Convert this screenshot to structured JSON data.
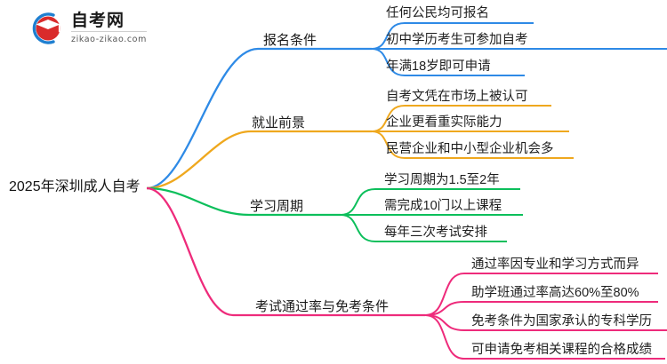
{
  "logo": {
    "name": "自考网",
    "url": "zikao-zikao.com",
    "mark_icon": "graduation-book-icon",
    "arc_color": "#1f7fd0",
    "cap_color": "#d92b2b"
  },
  "mindmap": {
    "type": "mindmap",
    "root": {
      "label": "2025年深圳成人自考"
    },
    "branches": [
      {
        "label": "报名条件",
        "color": "#2e8ae6",
        "children": [
          {
            "label": "任何公民均可报名"
          },
          {
            "label": "初中学历考生可参加自考"
          },
          {
            "label": "年满18岁即可申请"
          }
        ]
      },
      {
        "label": "就业前景",
        "color": "#efa81e",
        "children": [
          {
            "label": "自考文凭在市场上被认可"
          },
          {
            "label": "企业更看重实际能力"
          },
          {
            "label": "民营企业和中小型企业机会多"
          }
        ]
      },
      {
        "label": "学习周期",
        "color": "#0cbf5b",
        "children": [
          {
            "label": "学习周期为1.5至2年"
          },
          {
            "label": "需完成10门以上课程"
          },
          {
            "label": "每年三次考试安排"
          }
        ]
      },
      {
        "label": "考试通过率与免考条件",
        "color": "#ee2b7b",
        "children": [
          {
            "label": "通过率因专业和学习方式而异"
          },
          {
            "label": "助学班通过率高达60%至80%"
          },
          {
            "label": "免考条件为国家承认的专科学历"
          },
          {
            "label": "可申请免考相关课程的合格成绩"
          }
        ]
      }
    ]
  }
}
